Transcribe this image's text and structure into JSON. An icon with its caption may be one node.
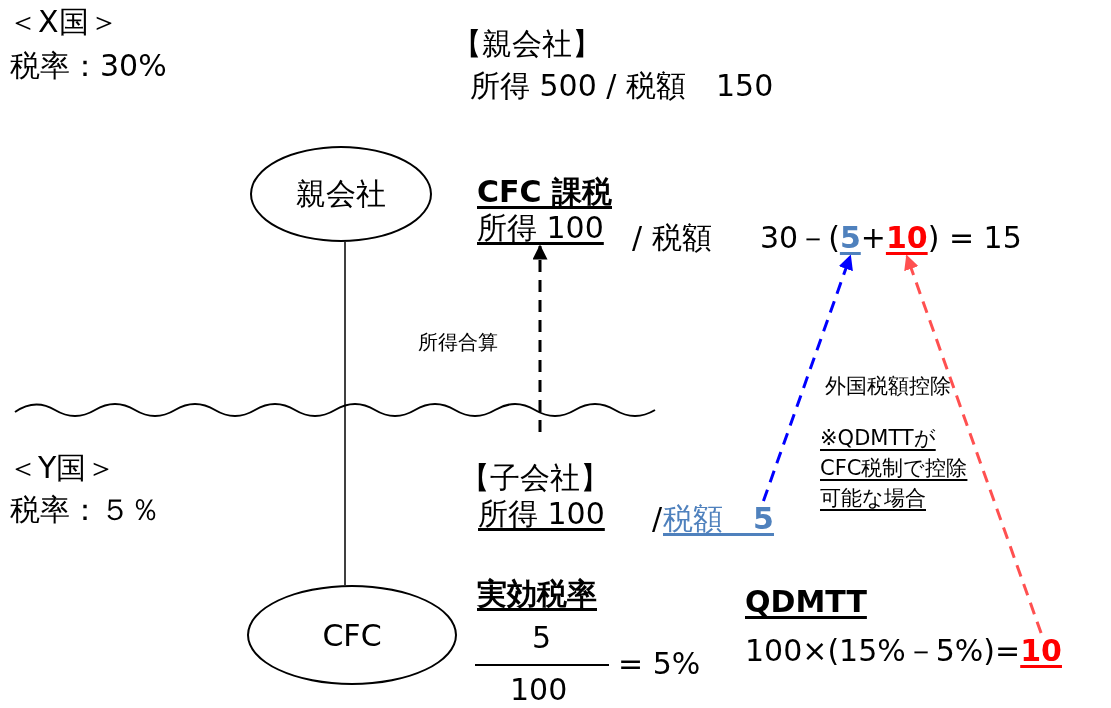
{
  "diagram": {
    "nodes": [
      {
        "text": [
          "親会社"
        ]
      },
      {
        "text": [
          "CFC"
        ]
      },
      {
        "text": [
          "CFC 課税",
          "所得 100"
        ]
      },
      {
        "text": [
          "30－(**5**+**10**) = 15"
        ]
      },
      {
        "text": [
          "【子会社】",
          "所得 100"
        ]
      },
      {
        "text": [
          "税額　**5**"
        ]
      },
      {
        "text": [
          "100×(15%－5%)=**10**"
        ]
      }
    ],
    "edges": [
      {
        "from": 0,
        "to": 1,
        "arrow": "none"
      },
      {
        "from": 4,
        "to": 2,
        "arrow": "to",
        "style": "dashed",
        "label": "所得合算"
      },
      {
        "from": 5,
        "to": 3,
        "arrow": "to",
        "style": "dashed",
        "color": "#0000ff"
      },
      {
        "from": 6,
        "to": 3,
        "arrow": "to",
        "style": "dashed",
        "color": "#ff5050"
      }
    ],
    "labels": [
      "＜X国＞",
      "税率：30%",
      "【親会社】",
      "所得 500 / 税額　150",
      "/ 税額",
      "外国税額控除",
      "※QDMTTがCFC税制で控除可能な場合",
      "＜Y国＞",
      "税率：５％",
      "/",
      "実効税率",
      "5",
      "100",
      "= 5%",
      "QDMTT"
    ]
  }
}
